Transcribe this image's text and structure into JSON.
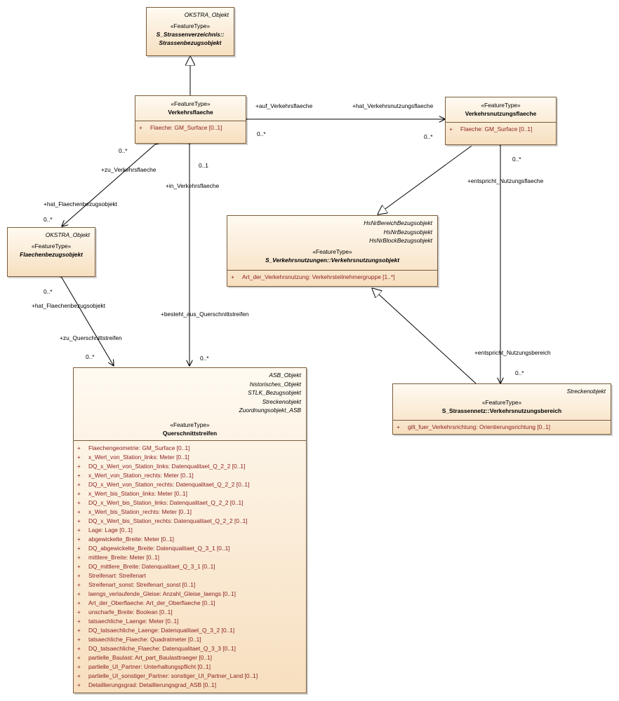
{
  "classes": {
    "strassenbezugsobjekt": {
      "tagged_values": [
        "OKSTRA_Objekt"
      ],
      "stereotype": "«FeatureType»",
      "name_lines": [
        "S_Strassenverzeichnis::",
        "Strassenbezugsobjekt"
      ],
      "attributes": []
    },
    "verkehrsflaeche": {
      "tagged_values": [],
      "stereotype": "«FeatureType»",
      "name_lines": [
        "Verkehrsflaeche"
      ],
      "attributes": [
        "Flaeche: GM_Surface [0..1]"
      ]
    },
    "verkehrsnutzungsflaeche": {
      "tagged_values": [],
      "stereotype": "«FeatureType»",
      "name_lines": [
        "Verkehrsnutzungsflaeche"
      ],
      "attributes": [
        "Flaeche: GM_Surface [0..1]"
      ]
    },
    "flaechenbezugsobjekt": {
      "tagged_values": [
        "OKSTRA_Objekt"
      ],
      "stereotype": "«FeatureType»",
      "name_lines": [
        "Flaechenbezugsobjekt"
      ],
      "attributes": []
    },
    "verkehrsnutzungsobjekt": {
      "tagged_values": [
        "HsNrBereichBezugsobjekt",
        "HsNrBezugsobjekt",
        "HsNrBlockBezugsobjekt"
      ],
      "stereotype": "«FeatureType»",
      "name_lines": [
        "S_Verkehrsnutzungen::Verkehrsnutzungsobjekt"
      ],
      "attributes": [
        "Art_der_Verkehrsnutzung: Verkehrsteilnehmergruppe [1..*]"
      ]
    },
    "verkehrsnutzungsbereich": {
      "tagged_values": [
        "Streckenobjekt"
      ],
      "stereotype": "«FeatureType»",
      "name_lines": [
        "S_Strassennetz::Verkehrsnutzungsbereich"
      ],
      "attributes": [
        "gilt_fuer_Verkehrsrichtung: Orientierungsrichtung [0..1]"
      ]
    },
    "querschnittstreifen": {
      "tagged_values": [
        "ASB_Objekt",
        "historisches_Objekt",
        "STLK_Bezugsobjekt",
        "Streckenobjekt",
        "Zuordnungsobjekt_ASB"
      ],
      "stereotype": "«FeatureType»",
      "name_lines": [
        "Querschnittstreifen"
      ],
      "attributes": [
        "Flaechengeometrie: GM_Surface [0..1]",
        "x_Wert_von_Station_links: Meter [0..1]",
        "DQ_x_Wert_von_Station_links: Datenqualitaet_Q_2_2 [0..1]",
        "x_Wert_von_Station_rechts: Meter [0..1]",
        "DQ_x_Wert_von_Station_rechts: Datenqualitaet_Q_2_2 [0..1]",
        "x_Wert_bis_Station_links: Meter [0..1]",
        "DQ_x_Wert_bis_Station_links: Datenqualitaet_Q_2_2 [0..1]",
        "x_Wert_bis_Station_rechts: Meter [0..1]",
        "DQ_x_Wert_bis_Station_rechts: Datenqualitaet_Q_2_2 [0..1]",
        "Lage: Lage [0..1]",
        "abgewickelte_Breite: Meter [0..1]",
        "DQ_abgewickelte_Breite: Datenqualitaet_Q_3_1 [0..1]",
        "mittlere_Breite: Meter [0..1]",
        "DQ_mittlere_Breite: Datenqualitaet_Q_3_1 [0..1]",
        "Streifenart: Streifenart",
        "Streifenart_sonst: Streifenart_sonst [0..1]",
        "laengs_verlaufende_Gleise: Anzahl_Gleise_laengs [0..1]",
        "Art_der_Oberflaeche: Art_der_Oberflaeche [0..1]",
        "unscharfe_Breite: Boolean [0..1]",
        "tatsaechliche_Laenge: Meter [0..1]",
        "DQ_tatsaechliche_Laenge: Datenqualitaet_Q_3_2 [0..1]",
        "tatsaechliche_Flaeche: Quadratmeter [0..1]",
        "DQ_tatsaechliche_Flaeche: Datenqualitaet_Q_3_3 [0..1]",
        "partielle_Baulast: Art_part_Baulasttraeger [0..1]",
        "partielle_UI_Partner: Unterhaltungspflicht [0..1]",
        "partielle_UI_sonstiger_Partner: sonstiger_UI_Partner_Land [0..1]",
        "Detaillierungsgrad: Detaillierungsgrad_ASB [0..1]"
      ]
    }
  },
  "attribute_visibility": "+",
  "association_labels": {
    "auf_verkehrsflaeche": "+auf_Verkehrsflaeche",
    "hat_verkehrsnutzungsflaeche": "+hat_Verkehrsnutzungsflaeche",
    "mult_auf": "0..*",
    "mult_hat_vnf": "0..*",
    "zu_verkehrsflaeche": "+zu_Verkehrsflaeche",
    "mult_zu_vf": "0..*",
    "hat_flaechenbezugsobjekt_1": "+hat_Flaechenbezugsobjekt",
    "mult_hat_fbo_1": "0..*",
    "in_verkehrsflaeche": "+in_Verkehrsflaeche",
    "mult_in_vf": "0..1",
    "besteht_aus_querschnittstreifen": "+besteht_aus_Querschnittstreifen",
    "mult_besteht": "0..*",
    "hat_flaechenbezugsobjekt_2": "+hat_Flaechenbezugsobjekt",
    "mult_hat_fbo_2": "0..*",
    "zu_querschnittstreifen": "+zu_Querschnittstreifen",
    "mult_zu_qs": "0..*",
    "entspricht_nutzungsflaeche": "+entspricht_Nutzungsflaeche",
    "mult_entspricht_nf": "0..*",
    "entspricht_nutzungsbereich": "+entspricht_Nutzungsbereich",
    "mult_entspricht_nb": "0..*"
  },
  "colors": {
    "box_border": "#7a5b3a",
    "box_fill_top": "#fffaf1",
    "box_fill_bottom": "#f7dfbf",
    "attribute_text": "#8a1e1e",
    "edge": "#000000"
  }
}
